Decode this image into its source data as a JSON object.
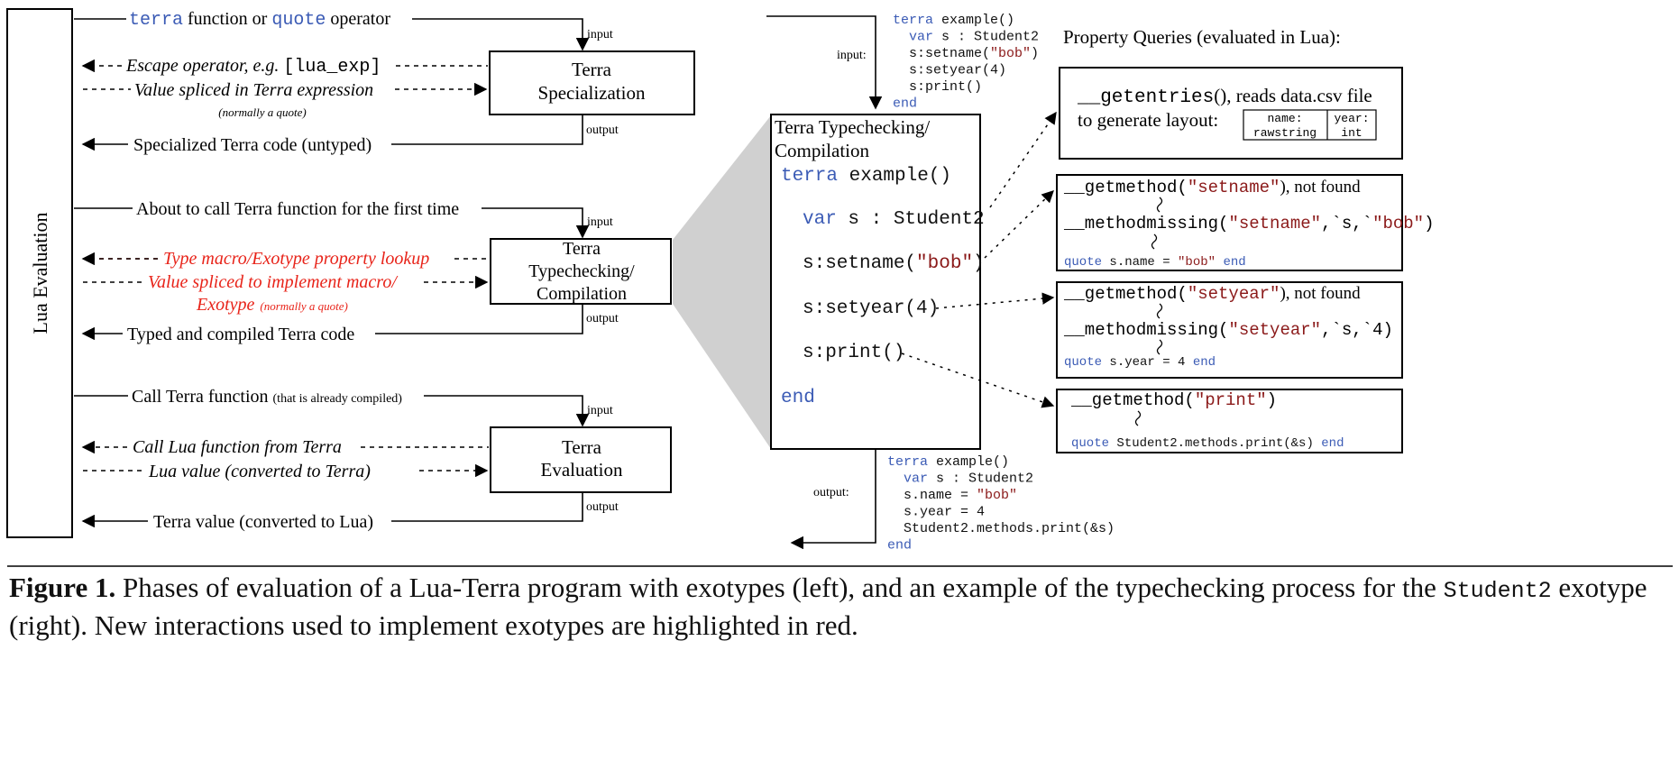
{
  "lua_eval": {
    "label": "Lua Evaluation"
  },
  "spec": {
    "box1": "Terra",
    "box2": "Specialization",
    "in_kw1": "terra",
    "in_mid": " function or ",
    "in_kw2": "quote",
    "in_end": "  operator",
    "input": "input",
    "output": "output",
    "escape_pre": "Escape operator, e.g. ",
    "escape_code": "[lua_exp]",
    "spliced": "Value spliced in Terra expression",
    "spliced_note": "(normally a quote)",
    "result": "Specialized Terra code (untyped)"
  },
  "tc": {
    "box1": "Terra",
    "box2": "Typechecking/",
    "box3": "Compilation",
    "call": "About to call Terra function for the first time",
    "input": "input",
    "output": "output",
    "macro": "Type macro/Exotype property lookup",
    "spliced1": "Value spliced to implement macro/",
    "spliced2": "Exotype",
    "spliced_note": "(normally a quote)",
    "result": "Typed and compiled Terra code"
  },
  "ev": {
    "box1": "Terra",
    "box2": "Evaluation",
    "call": "Call Terra function ",
    "call_note": "(that is already compiled)",
    "input": "input",
    "output": "output",
    "lua_call": "Call Lua function from Terra",
    "lua_value": "Lua value  (converted to Terra)",
    "result": "Terra value (converted to Lua)"
  },
  "right": {
    "input_label": "input:",
    "output_label": "output:",
    "input_code": [
      [
        {
          "t": "terra",
          "c": "kw"
        },
        {
          "t": " example()",
          "c": "plain"
        }
      ],
      [
        {
          "t": "  var",
          "c": "kw"
        },
        {
          "t": " s : Student2",
          "c": "plain"
        }
      ],
      [
        {
          "t": "  s:setname(",
          "c": "plain"
        },
        {
          "t": "\"bob\"",
          "c": "str"
        },
        {
          "t": ")",
          "c": "plain"
        }
      ],
      [
        {
          "t": "  s:setyear(4)",
          "c": "plain"
        }
      ],
      [
        {
          "t": "  s:print()",
          "c": "plain"
        }
      ],
      [
        {
          "t": "end",
          "c": "kw"
        }
      ]
    ],
    "tc_title1": "Terra Typechecking/",
    "tc_title2": "Compilation",
    "tc_code": [
      [
        {
          "t": "terra",
          "c": "kw"
        },
        {
          "t": " example()",
          "c": "plain"
        }
      ],
      [
        {
          "t": "var",
          "c": "kw"
        },
        {
          "t": " s : Student2",
          "c": "plain"
        }
      ],
      [
        {
          "t": "s:setname(",
          "c": "plain"
        },
        {
          "t": "\"bob\"",
          "c": "str"
        },
        {
          "t": ")",
          "c": "plain"
        }
      ],
      [
        {
          "t": "s:setyear(4)",
          "c": "plain"
        }
      ],
      [
        {
          "t": "s:print()",
          "c": "plain"
        }
      ],
      [
        {
          "t": "end",
          "c": "kw"
        }
      ]
    ],
    "output_code": [
      [
        {
          "t": "terra",
          "c": "kw"
        },
        {
          "t": " example()",
          "c": "plain"
        }
      ],
      [
        {
          "t": "  var",
          "c": "kw"
        },
        {
          "t": " s : Student2",
          "c": "plain"
        }
      ],
      [
        {
          "t": "  s.name = ",
          "c": "plain"
        },
        {
          "t": "\"bob\"",
          "c": "str"
        }
      ],
      [
        {
          "t": "  s.year = 4",
          "c": "plain"
        }
      ],
      [
        {
          "t": "  Student2.methods.print(&s)",
          "c": "plain"
        }
      ],
      [
        {
          "t": "end",
          "c": "kw"
        }
      ]
    ],
    "pq_title": "Property Queries (evaluated in Lua):",
    "q1": {
      "fn": "__getentries",
      "fn_tail": "(), reads data.csv file",
      "line2": "to generate layout:",
      "table": [
        [
          "name:",
          "year:"
        ],
        [
          "rawstring",
          "int"
        ]
      ]
    },
    "q2": {
      "fn": "__getmethod",
      "arg": "\"setname\"",
      "tail": "), not found",
      "fn2": "__methodmissing",
      "arg2": "\"setname\"",
      "mid2": ",`s,`",
      "arg2b": "\"bob\"",
      "quote": [
        {
          "t": "quote",
          "c": "kw"
        },
        {
          "t": " s.name = ",
          "c": "plain"
        },
        {
          "t": "\"bob\"",
          "c": "str"
        },
        {
          "t": " end",
          "c": "kw"
        }
      ]
    },
    "q3": {
      "fn": "__getmethod",
      "arg": "\"setyear\"",
      "tail": "), not found",
      "fn2": "__methodmissing",
      "arg2": "\"setyear\"",
      "mid2": ",`s,`4)",
      "quote": [
        {
          "t": "quote",
          "c": "kw"
        },
        {
          "t": " s.year = 4",
          "c": "plain"
        },
        {
          "t": " end",
          "c": "kw"
        }
      ]
    },
    "q4": {
      "fn": "__getmethod",
      "arg": "\"print\"",
      "tail": ")",
      "quote": [
        {
          "t": "quote",
          "c": "kw"
        },
        {
          "t": " Student2.methods.print(&s)",
          "c": "plain"
        },
        {
          "t": " end",
          "c": "kw"
        }
      ]
    }
  },
  "caption": {
    "bold": "Figure 1.",
    "text1": "  Phases of evaluation of a Lua-Terra program with exotypes (left), and an example of the typechecking process for the ",
    "code": "Student2",
    "text2": " exotype (right). New interactions used to implement exotypes are highlighted in red."
  },
  "colors": {
    "keyword": "#3b5bb5",
    "string": "#8b1a1a",
    "highlight": "#e8241a",
    "shade": "#d0d0d0"
  }
}
